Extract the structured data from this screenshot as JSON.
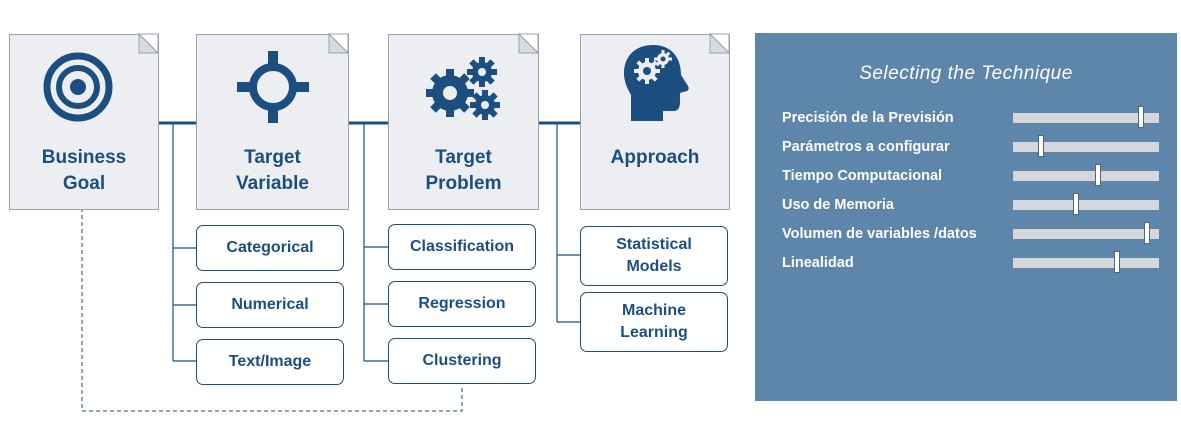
{
  "stages": [
    {
      "title_line1": "Business",
      "title_line2": "Goal",
      "icon": "target-icon"
    },
    {
      "title_line1": "Target",
      "title_line2": "Variable",
      "icon": "crosshair-icon"
    },
    {
      "title_line1": "Target",
      "title_line2": "Problem",
      "icon": "gears-icon"
    },
    {
      "title_line1": "Approach",
      "title_line2": "",
      "icon": "brain-gears-icon"
    }
  ],
  "target_variable_options": [
    "Categorical",
    "Numerical",
    "Text/Image"
  ],
  "target_problem_options": [
    "Classification",
    "Regression",
    "Clustering"
  ],
  "approach_options": [
    {
      "line1": "Statistical",
      "line2": "Models"
    },
    {
      "line1": "Machine",
      "line2": "Learning"
    }
  ],
  "panel": {
    "title": "Selecting the Technique",
    "criteria": [
      {
        "label": "Precisión de la Previsión",
        "level": 0.88
      },
      {
        "label": "Parámetros a configurar",
        "level": 0.19
      },
      {
        "label": "Tiempo Computacional",
        "level": 0.58
      },
      {
        "label": "Uso de Memoria",
        "level": 0.43
      },
      {
        "label": "Volumen de variables /datos",
        "level": 0.92
      },
      {
        "label": "Linealidad",
        "level": 0.71
      }
    ]
  },
  "colors": {
    "primary": "#1c4f80",
    "panel": "#5e86ab",
    "card": "#eceef2",
    "track": "#d4d7db"
  }
}
